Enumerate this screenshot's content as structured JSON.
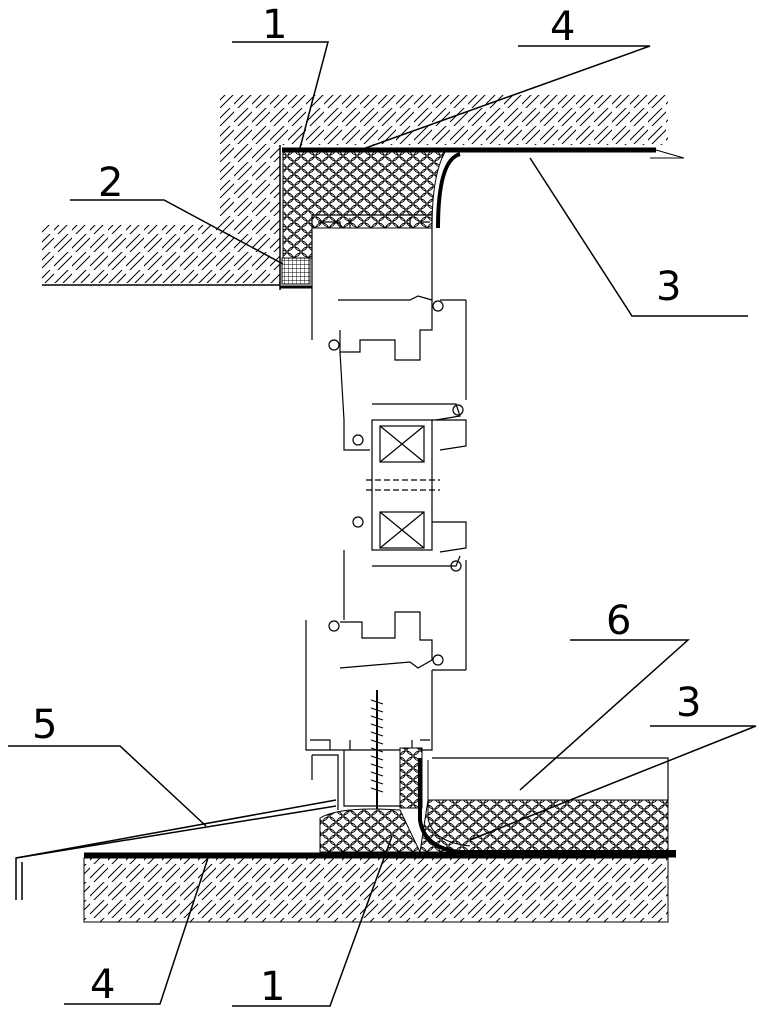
{
  "labels": {
    "top_1": "1",
    "top_4": "4",
    "left_2": "2",
    "right_3": "3",
    "right_6": "6",
    "right_3b": "3",
    "left_5": "5",
    "bottom_4": "4",
    "bottom_1": "1"
  },
  "colors": {
    "line": "#000000",
    "background": "#ffffff"
  }
}
